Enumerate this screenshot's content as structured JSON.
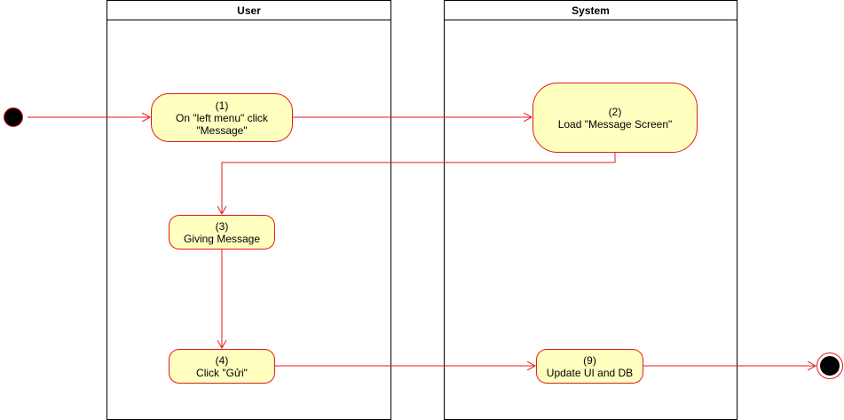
{
  "lanes": {
    "user": {
      "title": "User"
    },
    "system": {
      "title": "System"
    }
  },
  "nodes": {
    "n1": {
      "line1": "(1)",
      "line2": "On \"left menu\" click",
      "line3": "\"Message\""
    },
    "n2": {
      "line1": "(2)",
      "line2": "Load \"Message Screen\""
    },
    "n3": {
      "line1": "(3)",
      "line2": "Giving Message"
    },
    "n4": {
      "line1": "(4)",
      "line2": "Click \"Gửi\""
    },
    "n9": {
      "line1": "(9)",
      "line2": "Update UI and DB"
    }
  },
  "colors": {
    "edge": "#e21b1b",
    "node_fill": "#ffffc0",
    "lane_border": "#000000"
  }
}
